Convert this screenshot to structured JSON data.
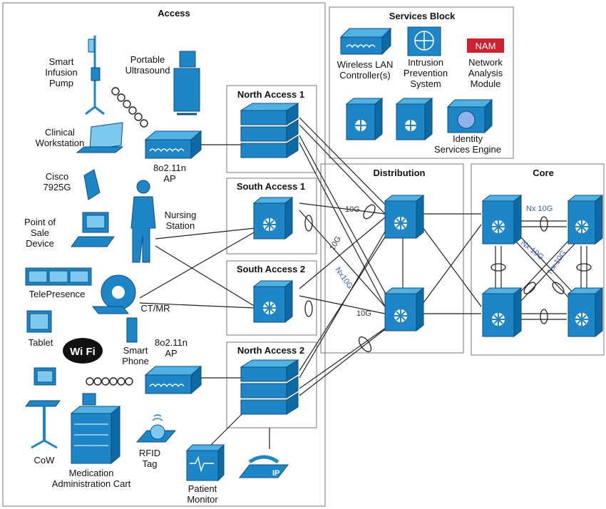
{
  "zones": {
    "access": "Access",
    "services": "Services Block",
    "distribution": "Distribution",
    "core": "Core"
  },
  "switches": {
    "north_access_1": "North Access 1",
    "south_access_1": "South Access 1",
    "south_access_2": "South Access 2",
    "north_access_2": "North Access 2"
  },
  "services": {
    "wlc": [
      "Wireless LAN",
      "Controller(s)"
    ],
    "ips": [
      "Intrusion",
      "Prevention",
      "System"
    ],
    "nam_badge": "NAM",
    "nam": [
      "Network",
      "Analysis",
      "Module"
    ],
    "ise": [
      "Identity",
      "Services Engine"
    ]
  },
  "devices": {
    "infusion_pump": [
      "Smart",
      "Infusion",
      "Pump"
    ],
    "ultrasound": [
      "Portable",
      "Ultrasound"
    ],
    "workstation": [
      "Clinical",
      "Workstation"
    ],
    "ap1": [
      "8o2.11n",
      "AP"
    ],
    "cisco_phone": [
      "Cisco",
      "7925G"
    ],
    "nursing_station": [
      "Nursing",
      "Station"
    ],
    "pos": [
      "Point of",
      "Sale",
      "Device"
    ],
    "telepresence": "TelePresence",
    "ctmr": "CT/MR",
    "tablet": "Tablet",
    "wifi": "Wi Fi",
    "smart_phone": [
      "Smart",
      "Phone"
    ],
    "ap2": [
      "8o2.11n",
      "AP"
    ],
    "cow": "CoW",
    "med_cart": [
      "Medication",
      "Administration Cart"
    ],
    "rfid": [
      "RFID",
      "Tag"
    ],
    "patient_monitor": [
      "Patient",
      "Monitor"
    ],
    "ip_phone_badge": "IP"
  },
  "link_speeds": {
    "dist_a": "10G",
    "dist_b": "10G",
    "dist_nx": "Nx10G",
    "dist_c": "10G",
    "core_top": "Nx 10G",
    "core_diag1": "Nx 10G",
    "core_diag2": "Nx 10G"
  },
  "colors": {
    "device_blue": "#1e86c6",
    "nam_red": "#d0202f",
    "speed_blue": "#3a5bbf"
  }
}
